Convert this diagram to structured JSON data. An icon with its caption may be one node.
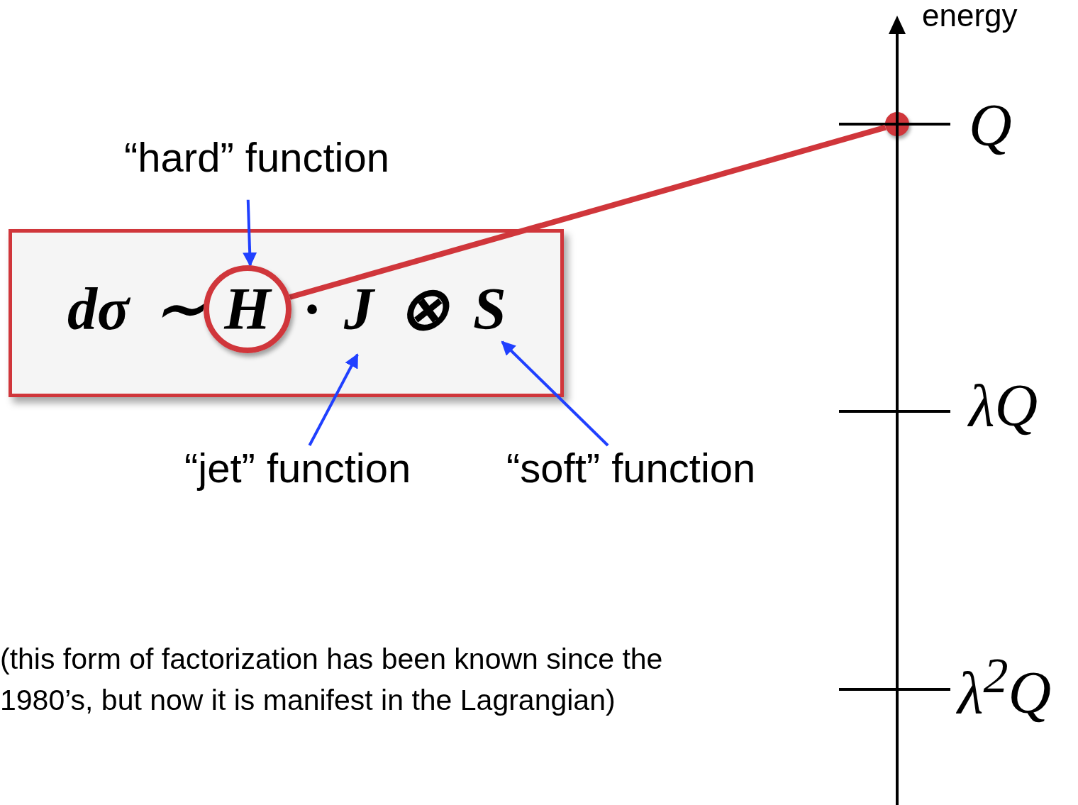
{
  "diagram": {
    "nodes": [
      {
        "text": [
          "“hard” function"
        ]
      },
      {
        "text": [
          "dσ ∼",
          "· J ⊗ S"
        ]
      },
      {
        "text": [
          "H"
        ],
        "in": 1
      },
      {
        "text": [
          "“jet” function"
        ]
      },
      {
        "text": [
          "“soft” function"
        ]
      },
      {
        "text": [],
        "shape": "circle"
      }
    ],
    "edges": [
      {
        "from": 0,
        "to": 2,
        "arrow": "to"
      },
      {
        "from": 3,
        "to": null,
        "arrow": "to"
      },
      {
        "from": 4,
        "to": null,
        "arrow": "to"
      },
      {
        "from": 2,
        "to": 5,
        "arrow": "none",
        "style": "thick",
        "color": "#d0363b"
      }
    ],
    "labels": [
      "energy",
      "Q",
      "λQ",
      "λ$^{2}$Q",
      "(this form of factorization has been known since the 1980’s, but now it is manifest in the Lagrangian)"
    ]
  }
}
